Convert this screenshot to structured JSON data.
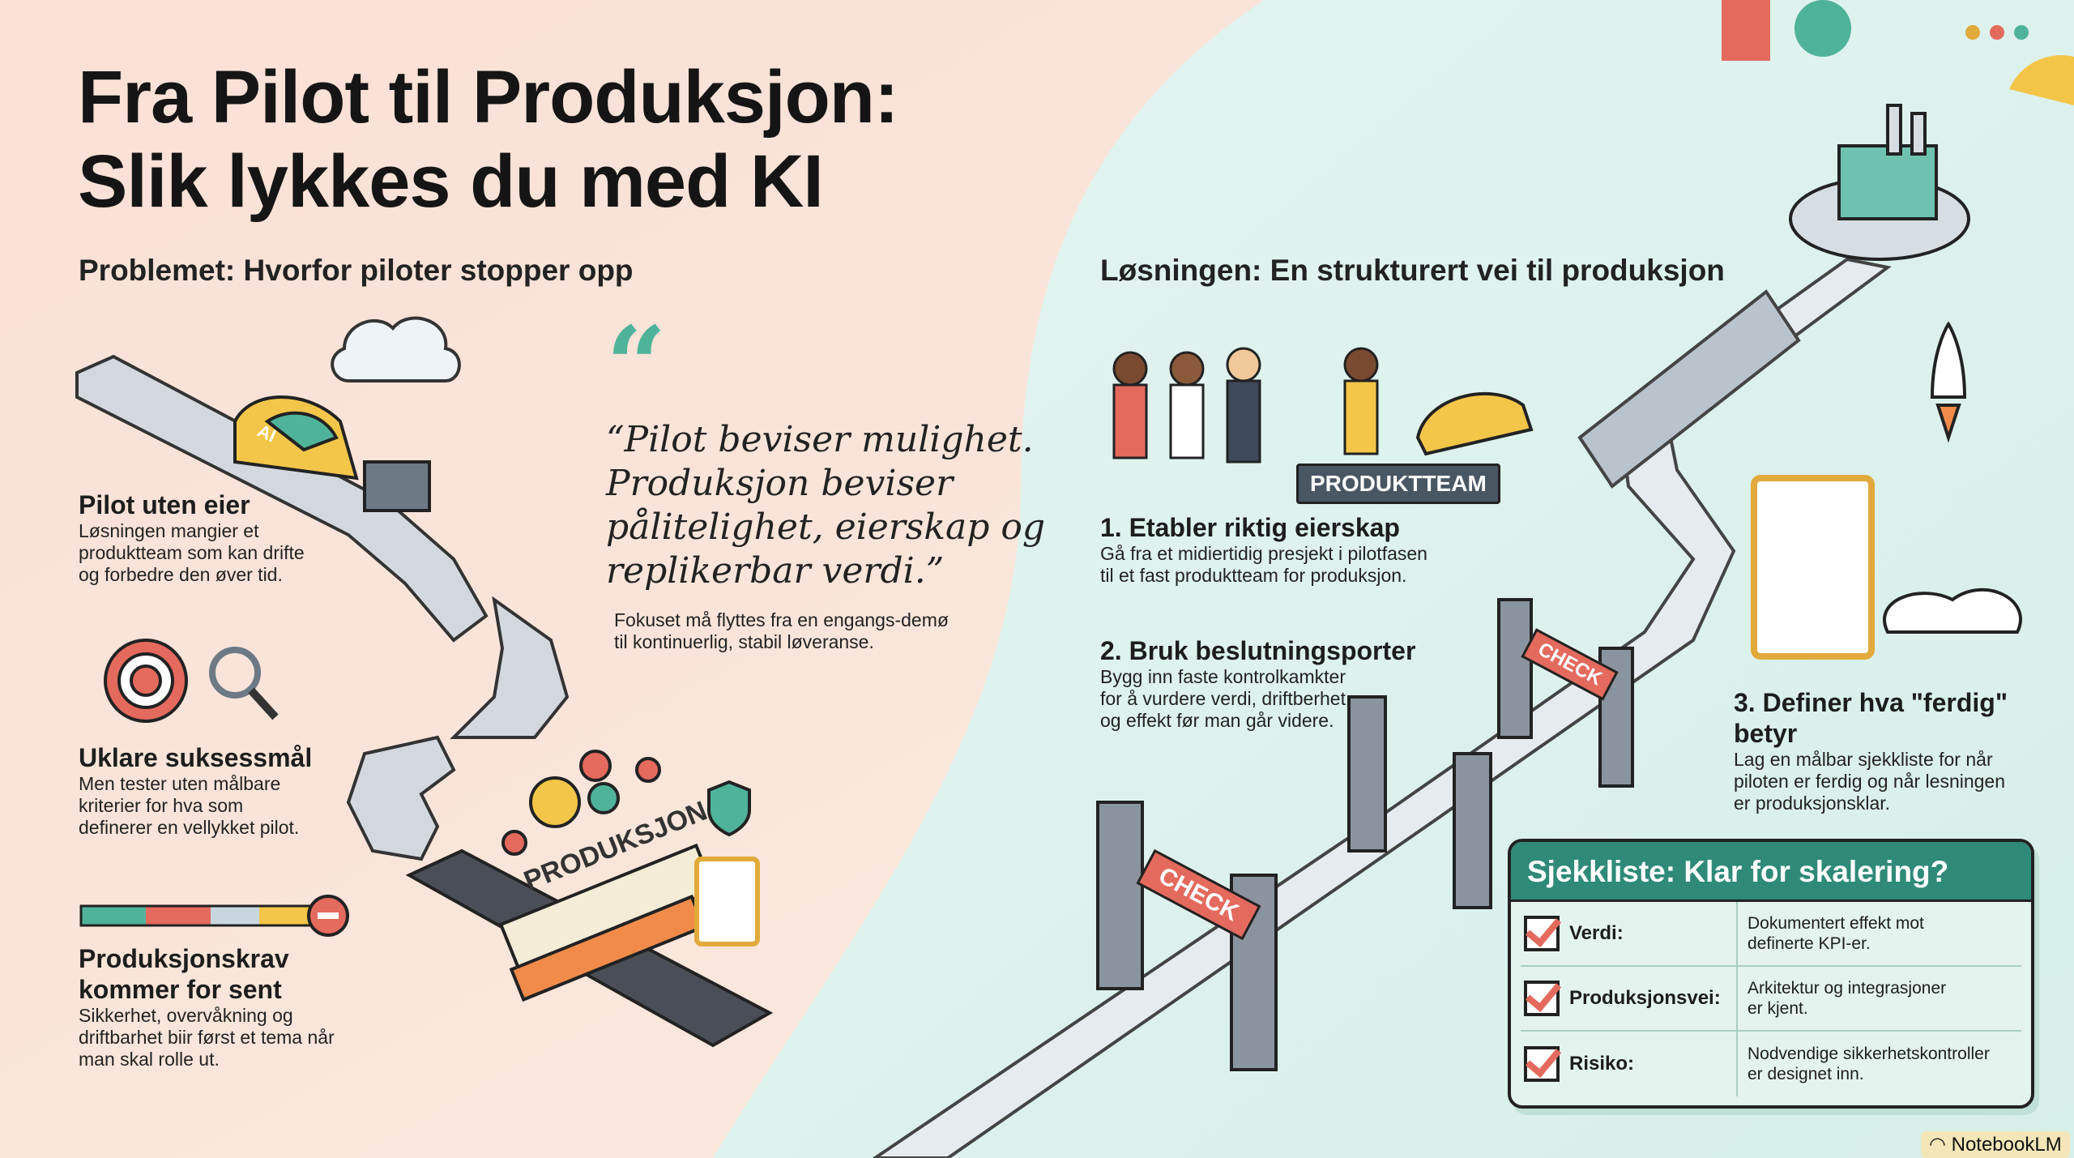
{
  "title": [
    "Fra Pilot til Produksjon:",
    "Slik lykkes du med KI"
  ],
  "problem": {
    "heading": "Problemet: Hvorfor piloter stopper opp",
    "items": [
      {
        "title": "Pilot uten eier",
        "text": [
          "Løsningen mangier et",
          "produktteam som kan drifte",
          "og forbedre den øver tid."
        ]
      },
      {
        "title": "Uklare suksessmål",
        "text": [
          "Men tester uten målbare",
          "kriterier for hva som",
          "definerer en vellykket pilot."
        ]
      },
      {
        "title": "Produksjonskrav kommer for sent",
        "text": [
          "Sikkerhet, overvåkning og",
          "driftbarhet biir først et tema når",
          "man skal rolle ut."
        ]
      }
    ],
    "barrier_sign": "PRODUKSJON",
    "vehicle_label": "AI"
  },
  "quote": {
    "mark": "“",
    "lines": [
      "“Pilot beviser mulighet.",
      "Produksjon beviser",
      "pålitelighet, eierskap og",
      "replikerbar verdi.”"
    ],
    "caption": [
      "Fokuset må flyttes fra en engangs-demø",
      "til kontinuerlig, stabil løveranse."
    ]
  },
  "solution": {
    "heading": "Løsningen: En strukturert vei til produksjon",
    "team_label": "PRODUKTTEAM",
    "gate_label": "CHECK",
    "steps": [
      {
        "title": "1. Etabler riktig eierskap",
        "text": [
          "Gå fra et midiertidig presjekt i pilotfasen",
          "til et fast produktteam for produksjon."
        ]
      },
      {
        "title": "2. Bruk beslutningsporter",
        "text": [
          "Bygg inn faste kontrolkamkter",
          "for å vurdere verdi, driftberhet",
          "og effekt før man går videre."
        ]
      },
      {
        "title": "3. Definer hva \"ferdig\" betyr",
        "text": [
          "Lag en målbar sjekkliste for når",
          "piloten er ferdig og når lesningen",
          "er produksjonsklar."
        ]
      }
    ]
  },
  "checklist": {
    "title": "Sjekkliste: Klar for skalering?",
    "rows": [
      {
        "label": "Verdi:",
        "value": [
          "Dokumentert effekt mot",
          "definerte KPI-er."
        ],
        "checked": true
      },
      {
        "label": "Produksjonsvei:",
        "value": [
          "Arkitektur og integrasjoner",
          "er kjent."
        ],
        "checked": true
      },
      {
        "label": "Risiko:",
        "value": [
          "Nodvendige sikkerhetskontroller",
          "er designet inn."
        ],
        "checked": true
      }
    ]
  },
  "watermark": "NotebookLM",
  "colors": {
    "left_bg": "#fbe3d8",
    "right_bg": "#dff2ee",
    "teal": "#2f8a78",
    "coral": "#e46a5e",
    "yellow": "#f3c649"
  }
}
